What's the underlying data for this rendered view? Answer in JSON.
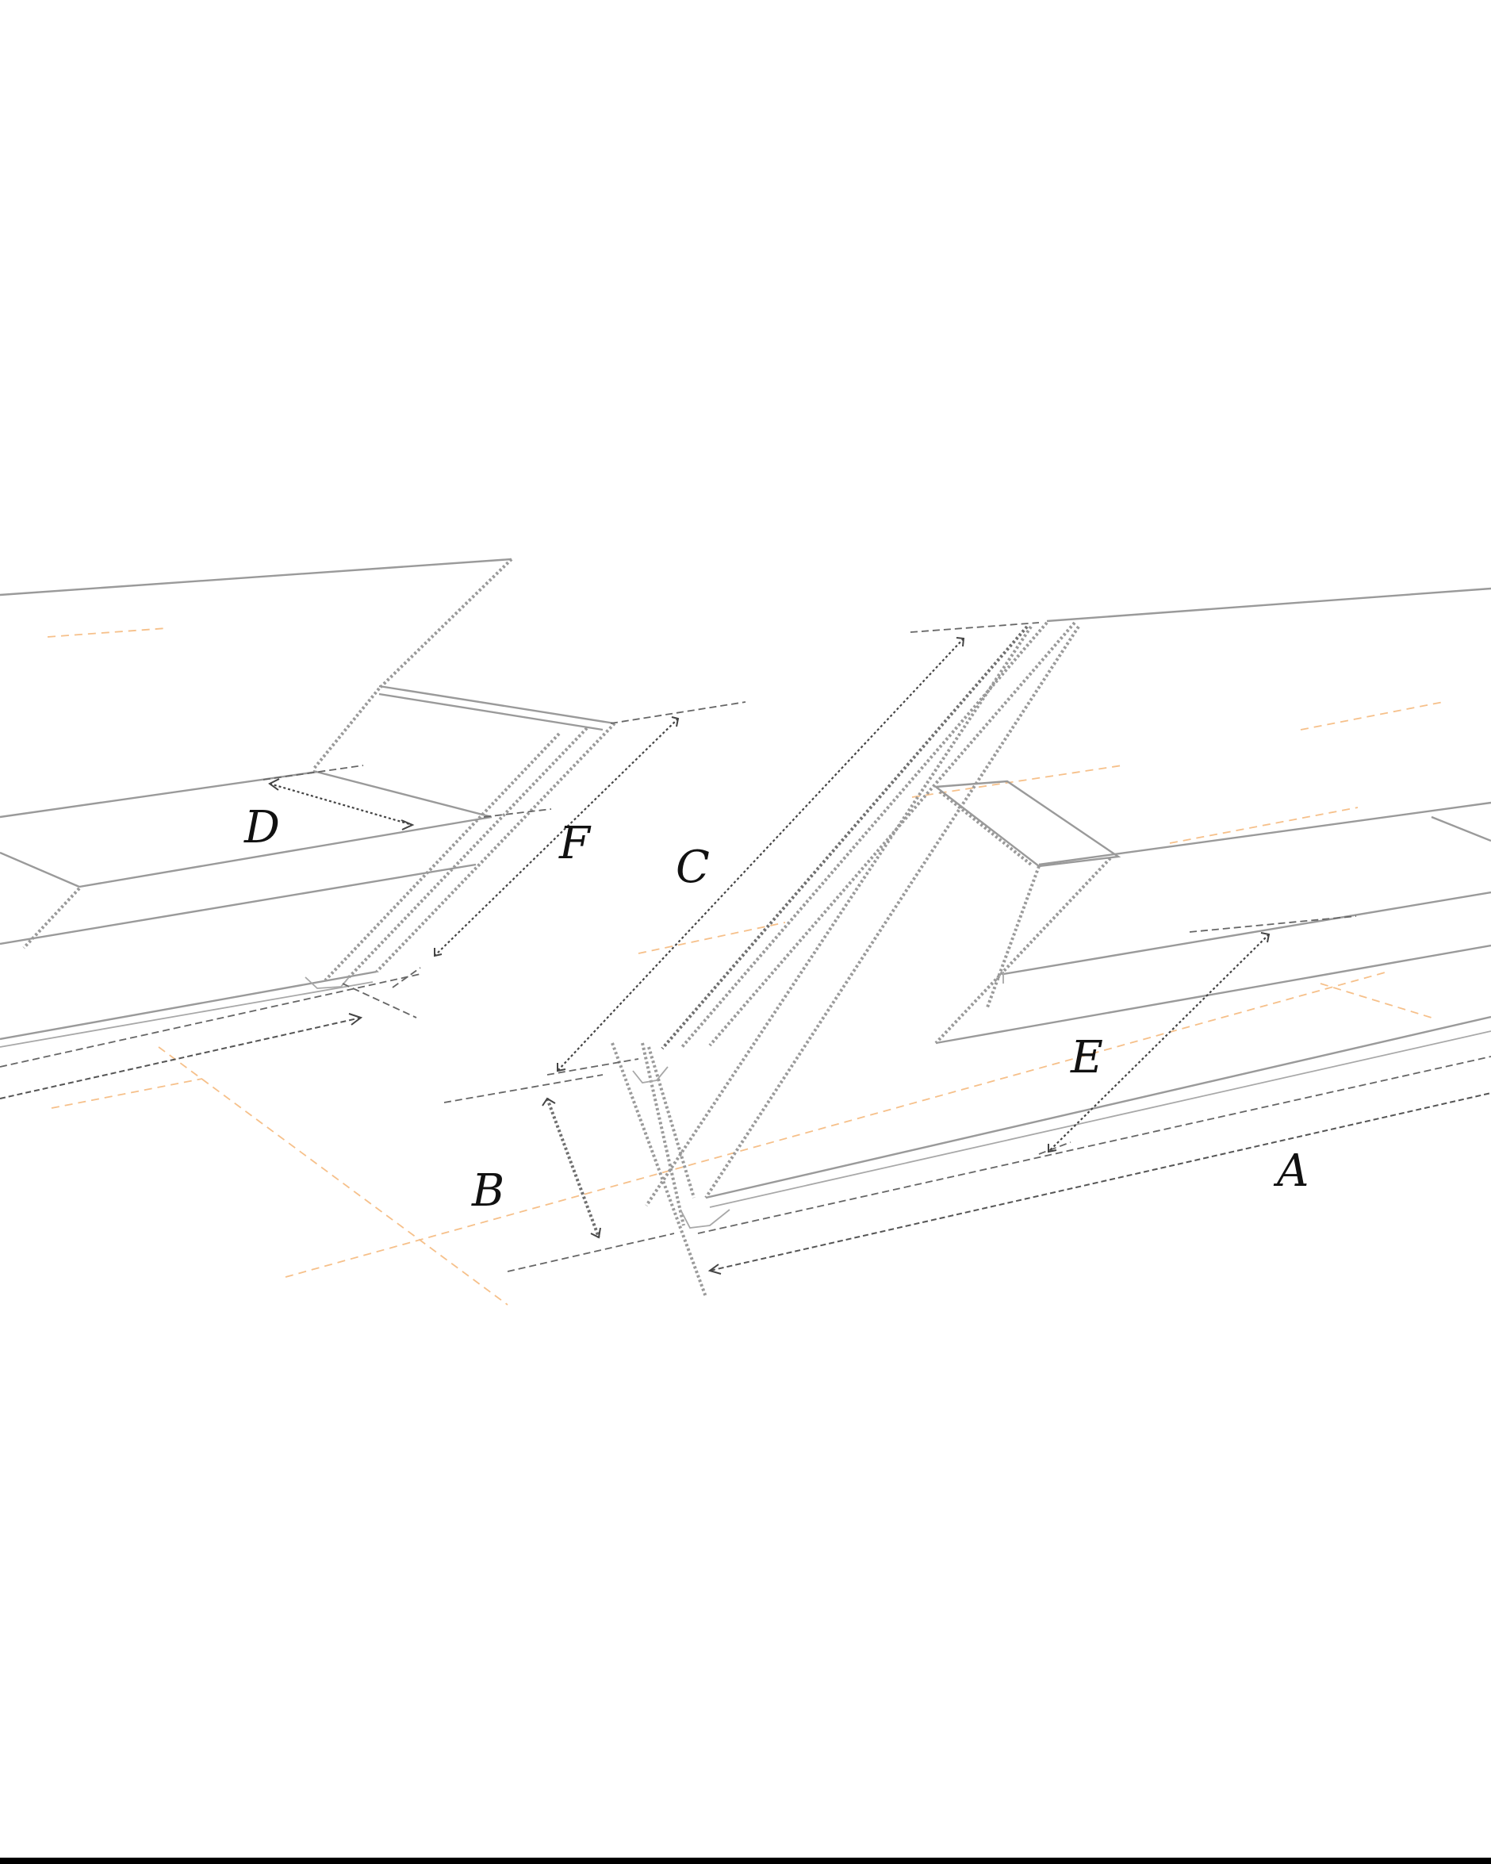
{
  "diagram": {
    "labels": {
      "A": "A",
      "B": "B",
      "C": "C",
      "D": "D",
      "E": "E",
      "F": "F"
    },
    "colors": {
      "edge": "#9a9a9a",
      "dimension": "#444444",
      "centerline": "#f6c08a",
      "label": "#111111"
    }
  }
}
